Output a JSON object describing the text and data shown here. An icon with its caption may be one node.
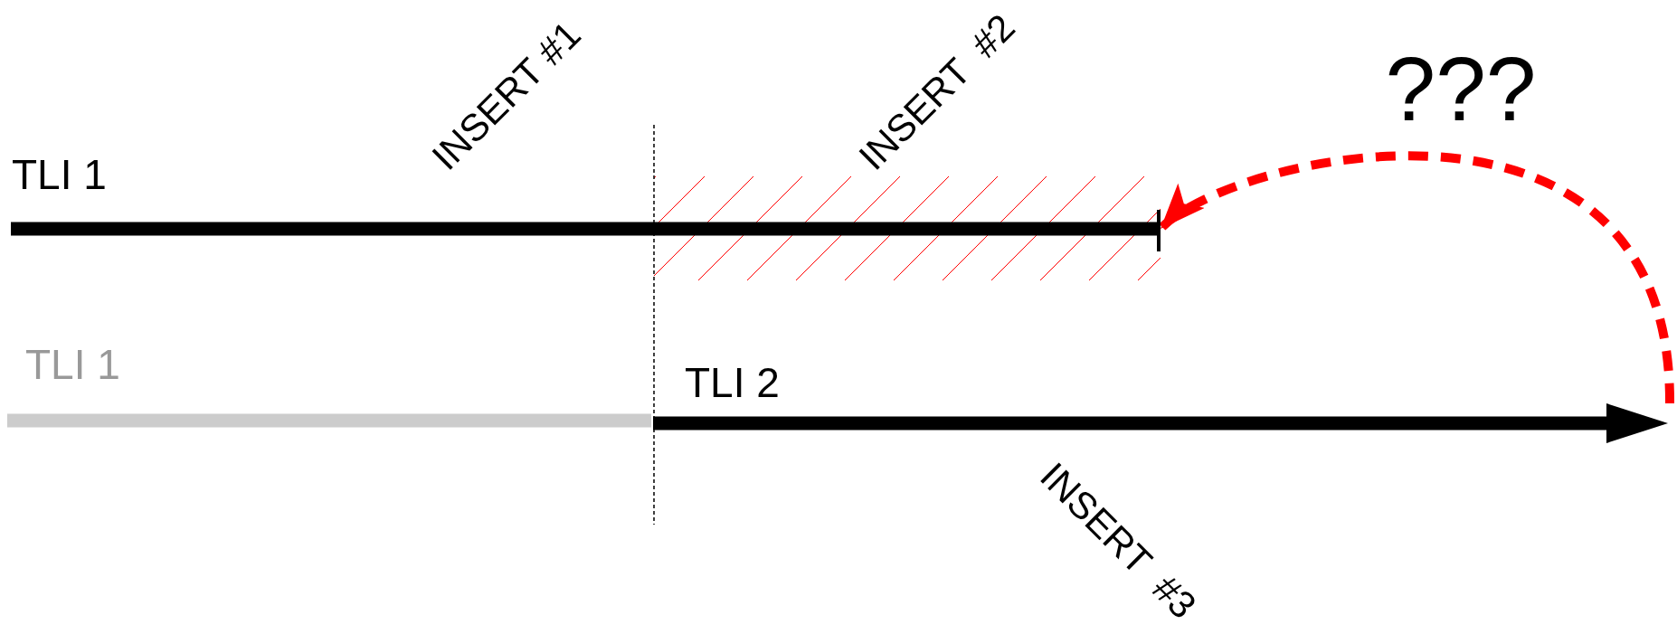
{
  "diagram": {
    "nodes": [
      {
        "text": [
          "TLI 1"
        ]
      },
      {
        "text": [
          "TLI 1"
        ]
      },
      {
        "text": [
          "TLI 2"
        ]
      }
    ],
    "edges": [
      {
        "from": 2,
        "to": 0,
        "arrow": "to",
        "label": "???",
        "style": "dashed",
        "color": "#ff0000"
      }
    ],
    "labels": [
      "INSERT #1",
      "INSERT  #2",
      "INSERT  #3"
    ]
  }
}
